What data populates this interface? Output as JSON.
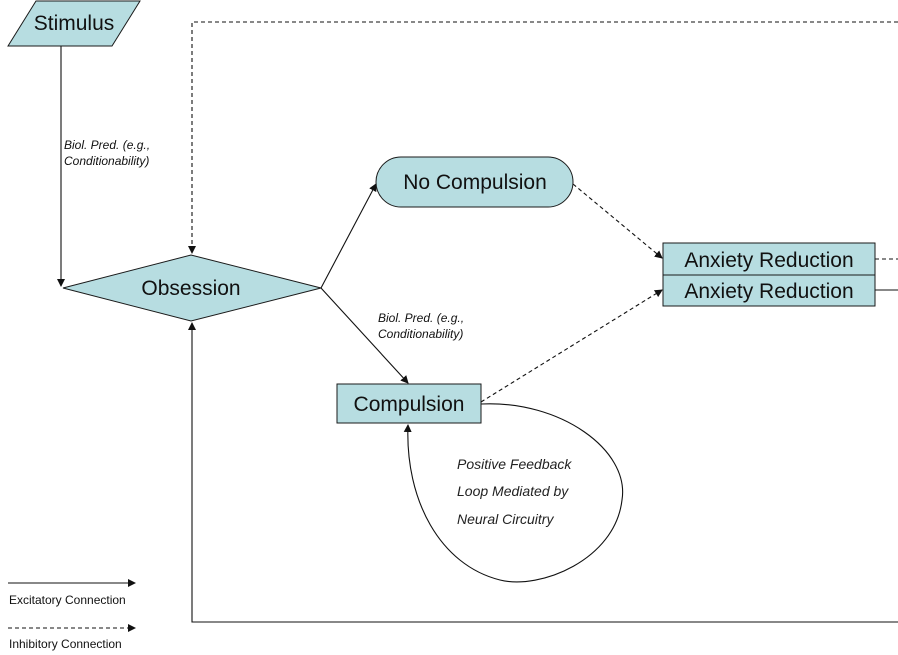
{
  "nodes": {
    "stimulus": "Stimulus",
    "obsession": "Obsession",
    "no_compulsion": "No Compulsion",
    "compulsion": "Compulsion",
    "anxiety_reduction_1": "Anxiety Reduction",
    "anxiety_reduction_2": "Anxiety Reduction"
  },
  "edge_labels": {
    "stimulus_obsession": [
      "Biol. Pred. (e.g.,",
      "Conditionability)"
    ],
    "obsession_compulsion": [
      "Biol. Pred. (e.g.,",
      "Conditionability)"
    ],
    "feedback_loop": [
      "Positive Feedback",
      "Loop Mediated by",
      "Neural Circuitry"
    ]
  },
  "legend": {
    "excitatory": "Excitatory Connection",
    "inhibitory": "Inhibitory Connection"
  },
  "colors": {
    "node_fill": "#b7dde1"
  }
}
